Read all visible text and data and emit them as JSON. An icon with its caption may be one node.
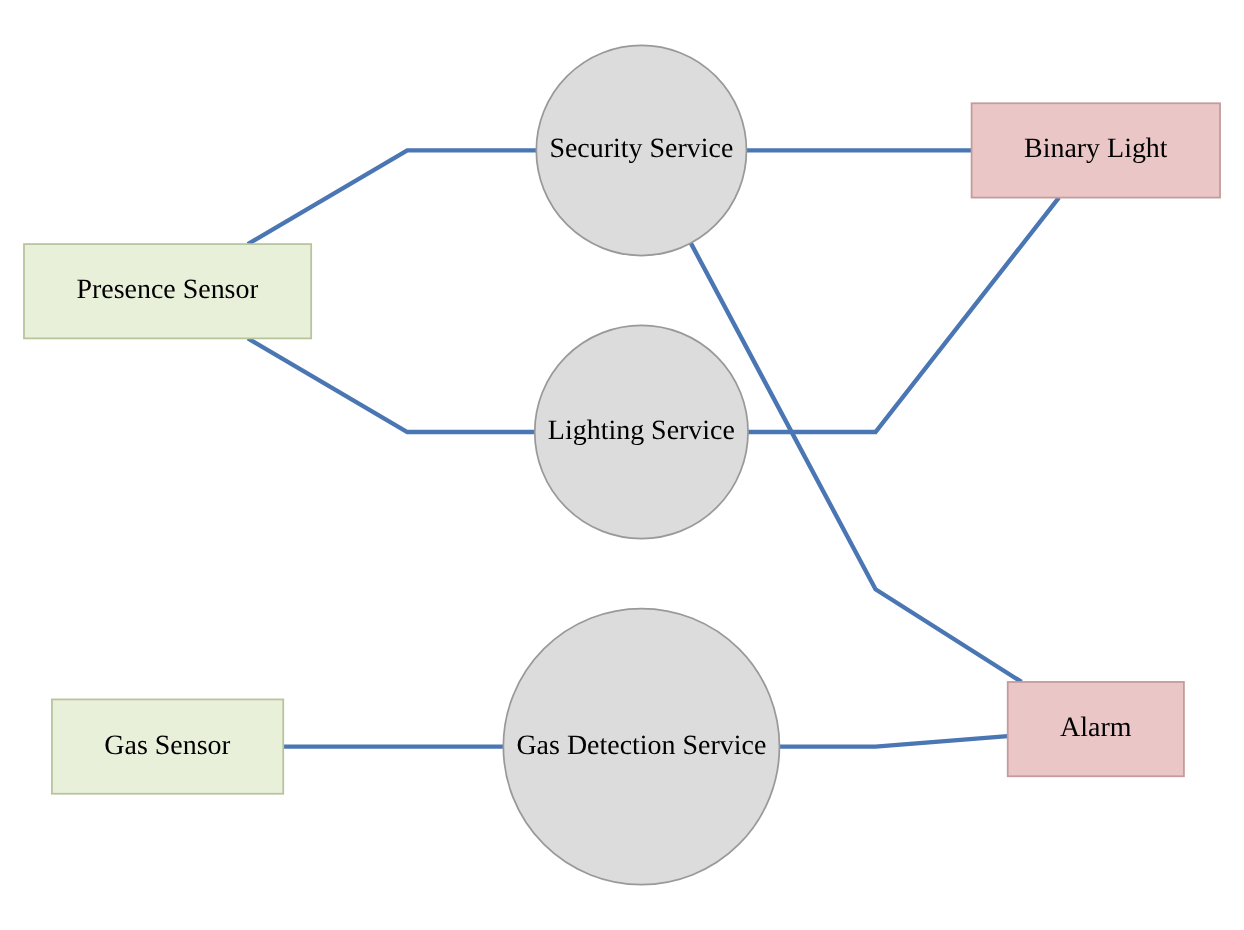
{
  "diagram": {
    "nodes": [
      {
        "text": [
          "Presence Sensor"
        ]
      },
      {
        "text": [
          "Gas Sensor"
        ]
      },
      {
        "text": [
          "Security Service"
        ]
      },
      {
        "text": [
          "Lighting Service"
        ]
      },
      {
        "text": [
          "Gas Detection Service"
        ]
      },
      {
        "text": [
          "Binary Light"
        ]
      },
      {
        "text": [
          "Alarm"
        ]
      }
    ],
    "edges": [
      {
        "from": 0,
        "to": 2,
        "arrow": "none"
      },
      {
        "from": 0,
        "to": 3,
        "arrow": "none"
      },
      {
        "from": 1,
        "to": 4,
        "arrow": "none"
      },
      {
        "from": 2,
        "to": 5,
        "arrow": "none"
      },
      {
        "from": 2,
        "to": 6,
        "arrow": "none"
      },
      {
        "from": 3,
        "to": 5,
        "arrow": "none"
      },
      {
        "from": 4,
        "to": 6,
        "arrow": "none"
      }
    ]
  }
}
